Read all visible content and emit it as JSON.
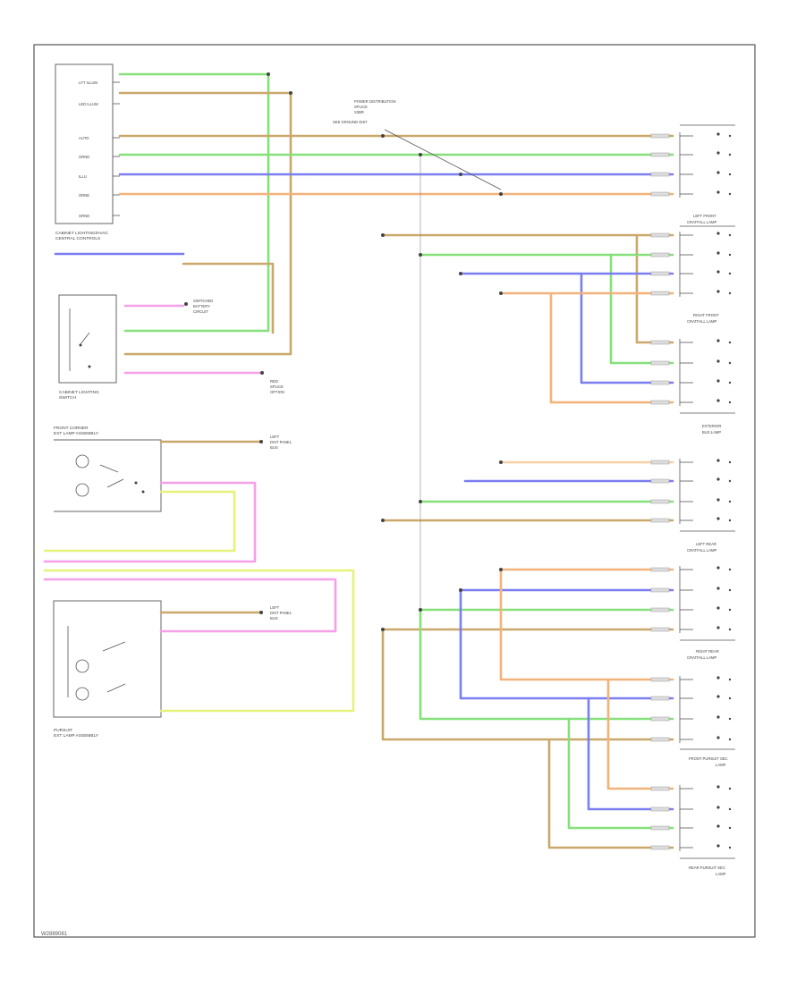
{
  "figure_ref": "W2889081",
  "colors": {
    "tan": "#c9a86a",
    "green": "#86e07a",
    "blue": "#7a7ef0",
    "orange": "#f2b27a",
    "pink": "#f5a0e8",
    "yellow": "#e6f27a",
    "peach": "#f7cfa5",
    "frame": "#555555"
  },
  "components": {
    "module_label": [
      "CABINET LIGHTING/HVAC",
      "CENTRAL CONTROLS"
    ],
    "module_pins": [
      "LFT ILLUM",
      "LED ILLUM",
      "AUTO",
      "GRND",
      "ILLU",
      "ORNE",
      "GRND"
    ],
    "switch_label": [
      "CABINET LIGHTING",
      "SWITCH"
    ],
    "front_sensor_label": [
      "FRONT CORNER",
      "EXT LAMP ASSEMBLY"
    ],
    "pursuit_sensor_label": [
      "PURSUIT",
      "EXT LAMP ASSEMBLY"
    ],
    "splice_label": [
      "POWER DISTRIBUTION",
      "SPLICE",
      "S3BR",
      "SEE GROUND DIST"
    ],
    "left_front_lamp": [
      "LEFT FRONT",
      "CRATFALL LAMP"
    ],
    "right_front_lamp": [
      "RIGHT FRONT",
      "CRATFALL LAMP"
    ],
    "exterior_lamp": [
      "EXTERIOR",
      "BUS LAMP"
    ],
    "left_rear_lamp": [
      "LEFT REAR",
      "CRATFALL LAMP"
    ],
    "right_rear_lamp": [
      "RIGHT REAR",
      "CRATFALL LAMP"
    ],
    "front_pursuit_lamp": [
      "FRONT PURSUIT SEC",
      "LAMP"
    ],
    "rear_pursuit_lamp": [
      "REAR PURSUIT SEC",
      "LAMP"
    ],
    "left_tactical_1": [
      "LEFT",
      "DIST PANEL",
      "BUS"
    ],
    "left_tactical_2": [
      "LEFT",
      "DIST PANEL",
      "BUS"
    ],
    "switched_circuit": [
      "SWITCHED",
      "BATTERY",
      "CIRCUIT"
    ],
    "red_switch": [
      "RED",
      "SPLICE",
      "OPTION"
    ]
  }
}
